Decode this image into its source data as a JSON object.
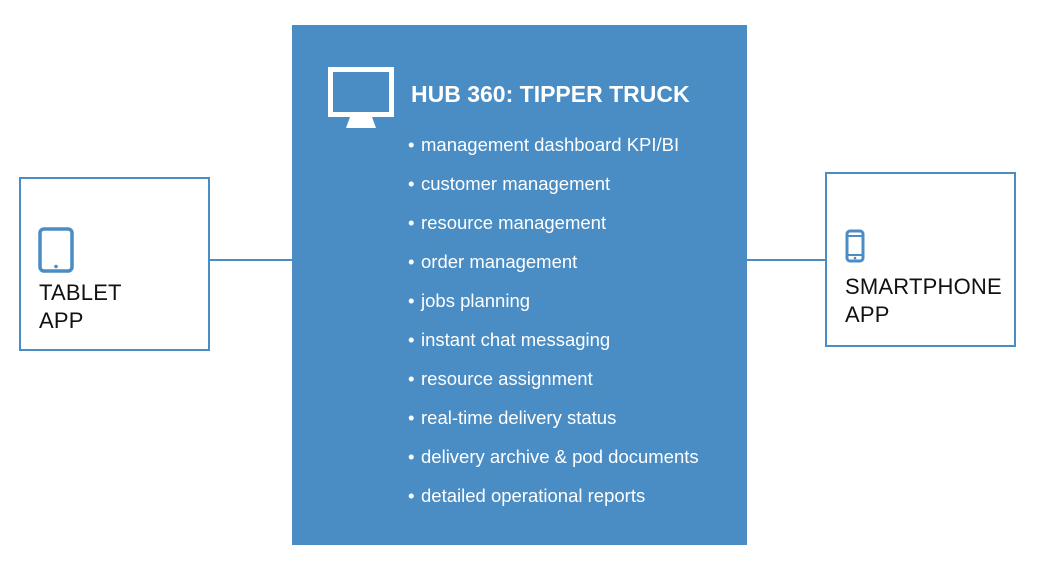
{
  "hub": {
    "title": "HUB 360: TIPPER TRUCK",
    "features": [
      "management dashboard KPI/BI",
      "customer management",
      "resource management",
      "order management",
      "jobs planning",
      "instant chat messaging",
      "resource assignment",
      "real-time delivery status",
      "delivery archive & pod documents",
      "detailed operational reports"
    ],
    "bullet": "•",
    "icon": "monitor-icon"
  },
  "tablet": {
    "line1": "TABLET",
    "line2": "APP",
    "icon": "tablet-icon"
  },
  "smartphone": {
    "line1": "SMARTPHONE",
    "line2": "APP",
    "icon": "smartphone-icon"
  },
  "colors": {
    "accent": "#4a8cc4",
    "panel_text": "#ffffff",
    "label_text": "#111111",
    "background": "#ffffff"
  }
}
